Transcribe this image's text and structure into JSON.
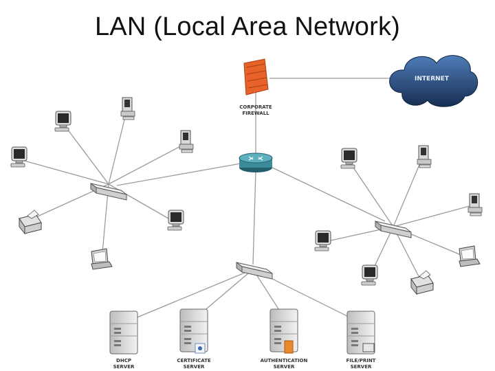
{
  "title": "LAN (Local Area Network)",
  "nodes": {
    "firewall": {
      "label_line1": "CORPORATE",
      "label_line2": "FIREWALL"
    },
    "internet": {
      "label": "INTERNET"
    },
    "servers": [
      {
        "line1": "DHCP",
        "line2": "SERVER"
      },
      {
        "line1": "CERTIFICATE",
        "line2": "SERVER"
      },
      {
        "line1": "AUTHENTICATION",
        "line2": "SERVER"
      },
      {
        "line1": "FILE/PRINT",
        "line2": "SERVER"
      }
    ]
  },
  "colors": {
    "firewall": "#e8632a",
    "router": "#3b8b9a",
    "cloud": "#1f3f6e",
    "link": "#9a9a9a",
    "device": "#d9d9d9"
  }
}
